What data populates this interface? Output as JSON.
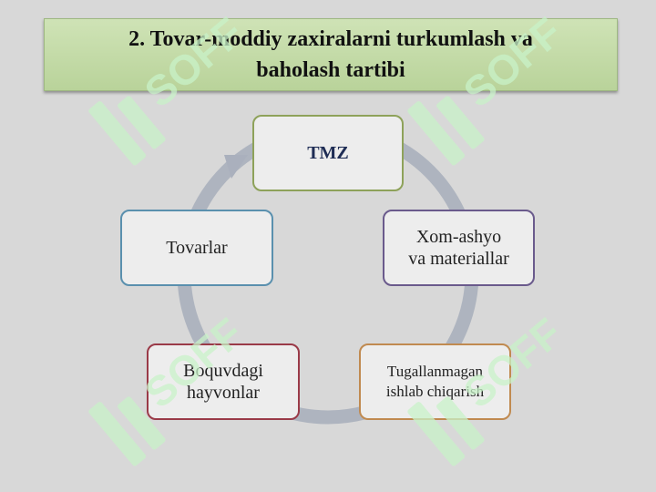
{
  "title": {
    "line1": "2. Tovar-moddiy zaxiralarni turkumlash va",
    "line2": "baholash tartibi"
  },
  "cycle": {
    "nodes": [
      {
        "id": "tmz",
        "label": "TMZ"
      },
      {
        "id": "xom",
        "line1": "Xom-ashyo",
        "line2": "va materiallar"
      },
      {
        "id": "tug",
        "line1": "Tugallanmagan",
        "line2": "ishlab chiqarish"
      },
      {
        "id": "boq",
        "line1": "Boquvdagi",
        "line2": "hayvonlar"
      },
      {
        "id": "tov",
        "label": "Tovarlar"
      }
    ]
  },
  "watermark": {
    "text": "SOFF"
  },
  "colors": {
    "background": "#d8d8d8",
    "title_fill": "#c4dba8",
    "ring": "#aab0bd",
    "tmz_border": "#8ea25a",
    "xom_border": "#6a5a8c",
    "tug_border": "#c08a50",
    "boq_border": "#9a3a48",
    "tov_border": "#5a90ae",
    "watermark": "#c8f2c8"
  }
}
